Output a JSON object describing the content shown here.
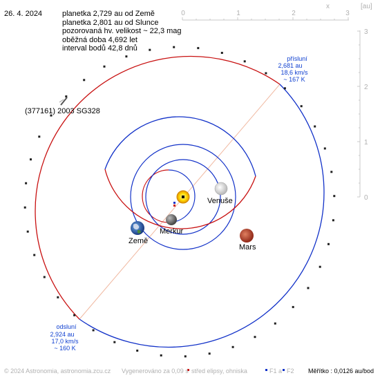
{
  "header": {
    "date": "26. 4. 2024",
    "lines": [
      "planetka 2,729 au od Země",
      "planetka 2,801 au od Slunce",
      "pozorovaná hv. velikost ~ 22,3 mag",
      "oběžná doba 4,692 let",
      "interval bodů 42,8 dnů"
    ]
  },
  "axes": {
    "x_unit": "x",
    "unit_label": "[au]",
    "x_ticks": [
      "0",
      "1",
      "2",
      "3"
    ],
    "y_ticks": [
      "3",
      "2",
      "1",
      "0"
    ]
  },
  "asteroid": {
    "label": "(377161) 2003 SG328"
  },
  "perihelion": {
    "title": "přísluní",
    "distance": "2,681 au",
    "speed": "18,6 km/s",
    "temp": "~ 167 K"
  },
  "aphelion": {
    "title": "odsluní",
    "distance": "2,924 au",
    "speed": "17,0 km/s",
    "temp": "~ 160 K"
  },
  "planets": {
    "venus": "Venuše",
    "mercury": "Merkur",
    "earth": "Země",
    "mars": "Mars"
  },
  "footer": {
    "credit": "© 2024 Astronomia, astronomia.zcu.cz",
    "generated": "Vygenerováno za 0,09 s",
    "legend_center": "střed elipsy, ohniska",
    "legend_f1": "F1 a",
    "legend_f2": "F2",
    "scale": "Měřítko : 0,0126 au/bod"
  },
  "colors": {
    "orbit_above": "#1030c8",
    "orbit_below": "#c81010",
    "labels_blue": "#1040d0",
    "apsis_line": "#f0b8a0"
  }
}
